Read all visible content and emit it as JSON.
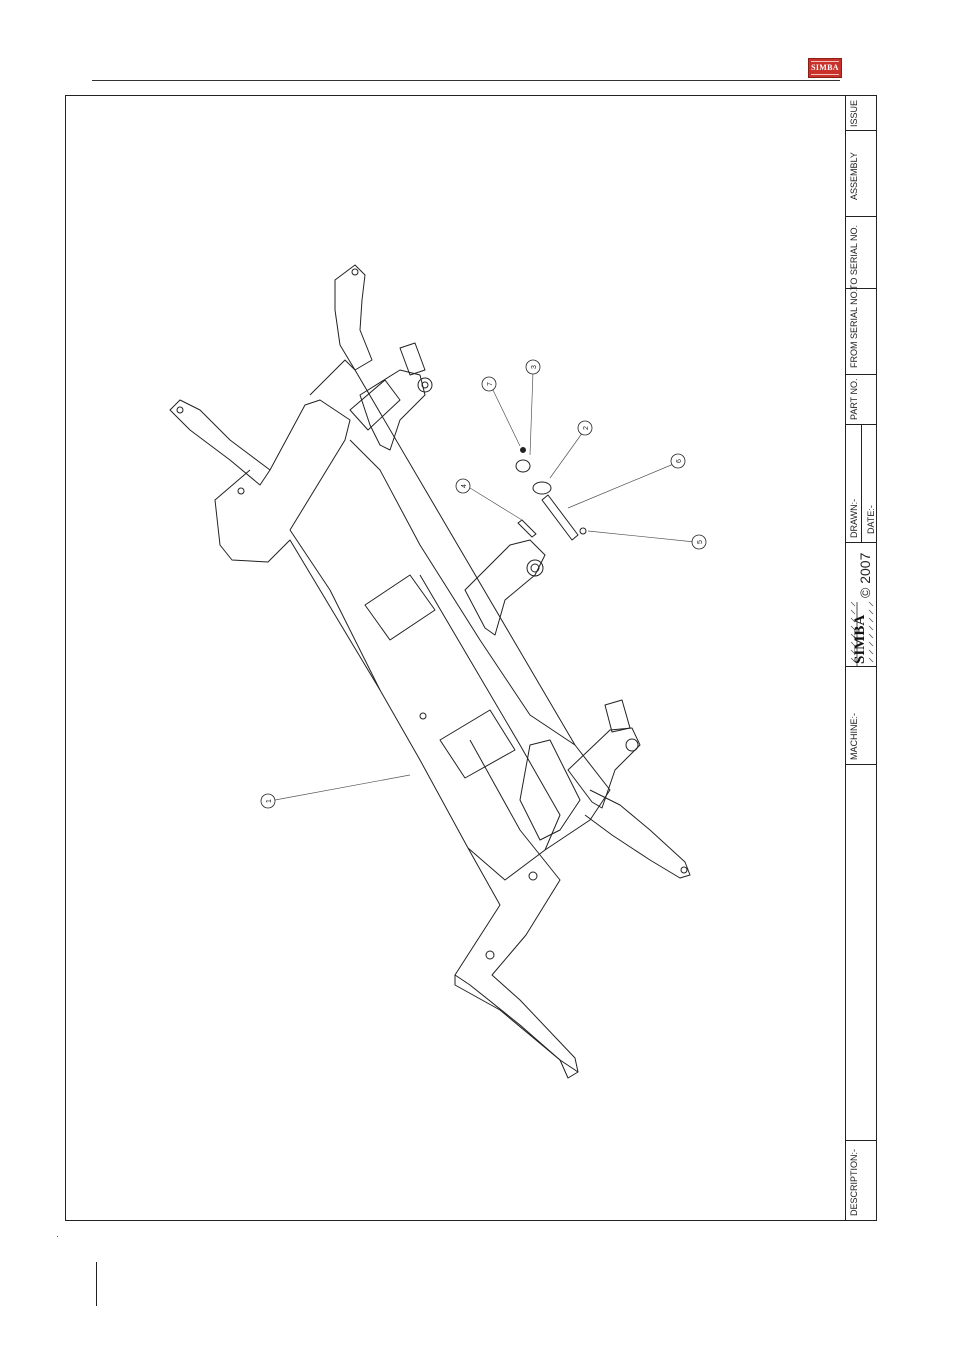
{
  "header": {
    "logo_text": "SIMBA",
    "brand_color": "#c9312a"
  },
  "title_block": {
    "issue_label": "ISSUE",
    "assembly_label": "ASSEMBLY",
    "to_serial_label": "TO SERIAL NO.",
    "from_serial_label": "FROM SERIAL NO.",
    "part_no_label": "PART NO.",
    "drawn_label": "DRAWN:-",
    "date_label": "DATE:-",
    "logo_text": "SIMBA",
    "copyright": "© 2007",
    "machine_label": "MACHINE:-",
    "description_label": "DESCRIPTION:-"
  },
  "callouts": [
    "1",
    "2",
    "3",
    "4",
    "5",
    "6",
    "7"
  ]
}
